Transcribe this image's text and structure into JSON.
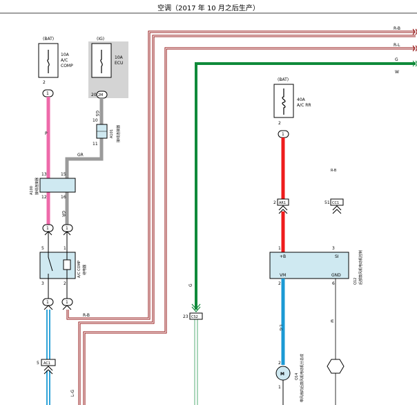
{
  "title": "空调（2017 年 10 月之后生产）",
  "colors": {
    "pink": "#ee6aaa",
    "gray": "#9b9b9b",
    "red": "#ee1c1c",
    "green": "#0f8a3a",
    "blue": "#1b9ad4",
    "box_fill": "#cfe9f1",
    "ig_shade": "#d4d4d4"
  },
  "fuse_bat": {
    "source": "(BAT)",
    "rating": "10A",
    "name_line1": "A/C",
    "name_line2": "COMP",
    "pin": "2",
    "conn": "1"
  },
  "fuse_ig": {
    "source": "(IG)",
    "rating": "10A",
    "name": "ECU",
    "pin": "20",
    "conn": "2M"
  },
  "fuse_rr": {
    "source": "(BAT)",
    "rating": "40A",
    "name": "A/C RR",
    "pin": "2",
    "conn": "1"
  },
  "connector_a101": {
    "name": "A101",
    "desc": "接线连接器",
    "pin_top": "10",
    "pin_bottom": "11",
    "wire_top": "GS"
  },
  "connector_a100": {
    "name": "A100",
    "desc": "接线连接器",
    "pin_tl": "13",
    "pin_tr": "15",
    "pin_bl": "12",
    "pin_br": "16",
    "wire_in": "GR"
  },
  "relay": {
    "name": "A/C COMP",
    "desc": "继电器",
    "pin_tl": "5",
    "pin_tr": "1",
    "pin_bl": "3",
    "pin_br": "2"
  },
  "wires": {
    "rb": "R-B",
    "rl": "R-L",
    "g": "G",
    "w": "W",
    "p": "P",
    "gr": "GR",
    "lg": "L-G",
    "rr": "R-B"
  },
  "connectors": {
    "ac1": "AC1",
    "c1": "1",
    "c2": "1",
    "c3": "1",
    "c4": "1",
    "cs2_pin": "23",
    "cs2": "CS2",
    "ar1": "AR1",
    "ar1_pin": "2",
    "cc1_pin": "51",
    "cc1": "CC1",
    "bat_pin": "5",
    "ac1_pin": "5"
  },
  "controller": {
    "name": "Q12",
    "desc": "后部鼓风机电动机控制",
    "pin_tl": "1",
    "pin_tr": "3",
    "label_tl": "+B",
    "label_tr": "SI",
    "label_bl": "VM",
    "label_br": "GND",
    "pin_bl": "2",
    "pin_br": "6"
  },
  "motor": {
    "name": "Q14",
    "desc": "带风扇的后鼓风机电动机分总成",
    "symbol": "M",
    "pin_top": "2",
    "pin_bottom": "1"
  }
}
